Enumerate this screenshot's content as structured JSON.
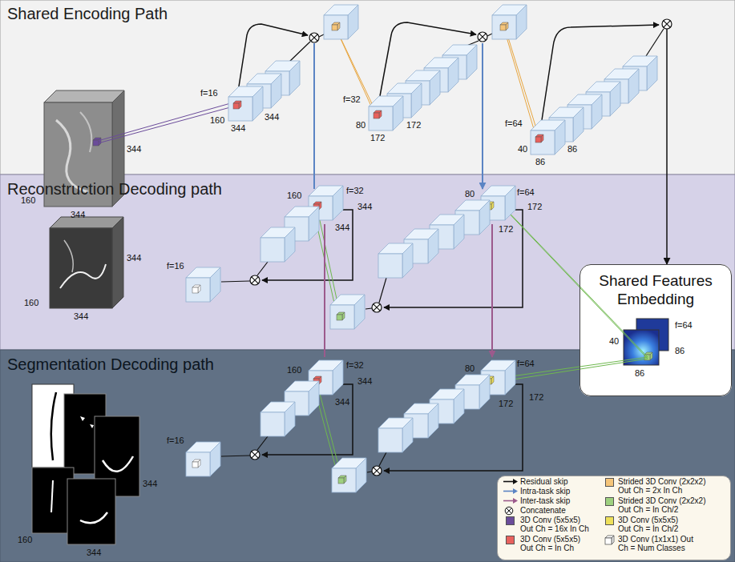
{
  "diagram": {
    "nodes": [
      {
        "text": [
          "Shared Encoding Path"
        ]
      },
      {
        "text": [
          "Reconstruction Decoding path"
        ]
      },
      {
        "text": [
          "Segmentation Decoding path"
        ]
      },
      {
        "text": [
          "Shared Features Embedding"
        ]
      }
    ],
    "edges": [
      {
        "from": 0,
        "to": 3,
        "arrow": "to"
      }
    ],
    "labels": [
      "344",
      "160",
      "344",
      "f=16",
      "160",
      "344",
      "344",
      "f=32",
      "80",
      "172",
      "172",
      "f=64",
      "40",
      "86",
      "86",
      "344",
      "160",
      "344",
      "160",
      "f=32",
      "344",
      "344",
      "f=16",
      "80",
      "f=64",
      "172",
      "172",
      "f=64",
      "40",
      "86",
      "86",
      "344",
      "160",
      "344",
      "160",
      "f=32",
      "344",
      "344",
      "f=16",
      "80",
      "f=64",
      "172",
      "172"
    ],
    "legend": [
      {
        "text": "Residual skip"
      },
      {
        "text": "Intra-task skip"
      },
      {
        "text": "Inter-task skip"
      },
      {
        "text": "Concatenate"
      },
      {
        "text": "3D Conv (5x5x5) Out Ch = 16x In Ch",
        "color": "#6b4c9a"
      },
      {
        "text": "3D Conv (5x5x5) Out Ch = In Ch",
        "color": "#e8615d"
      },
      {
        "text": "Strided 3D Conv (2x2x2) Out Ch = 2x In Ch",
        "color": "#f5c57a"
      },
      {
        "text": "Strided 3D Conv (2x2x2) Out Ch = In Ch/2",
        "color": "#9ed07f"
      },
      {
        "text": "3D Conv (5x5x5) Out Ch = In Ch/2",
        "color": "#eee05a"
      },
      {
        "text": "3D Conv (1x1x1) Out Ch = Num Classes"
      }
    ]
  }
}
